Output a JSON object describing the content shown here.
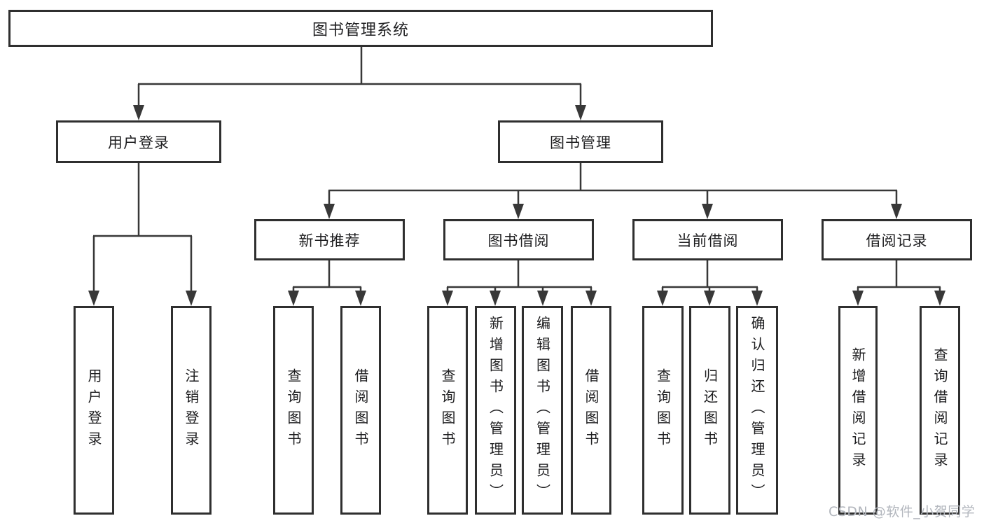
{
  "diagram_title": "图书管理系统",
  "nodes": {
    "root": "图书管理系统",
    "user_login": "用户登录",
    "book_mgmt": "图书管理",
    "new_book_rec": "新书推荐",
    "book_borrow": "图书借阅",
    "current_borrow": "当前借阅",
    "borrow_record": "借阅记录"
  },
  "leaves": {
    "user_login": [
      "用户登录",
      "注销登录"
    ],
    "new_book_rec": [
      "查询图书",
      "借阅图书"
    ],
    "book_borrow": [
      "查询图书",
      "新增图书（管理员）",
      "编辑图书（管理员）",
      "借阅图书"
    ],
    "current_borrow": [
      "查询图书",
      "归还图书",
      "确认归还（管理员）"
    ],
    "borrow_record": [
      "新增借阅记录",
      "查询借阅记录"
    ]
  },
  "watermark": "CSDN @软件_小贺同学",
  "colors": {
    "line": "#383838",
    "box_border": "#2f2f2f",
    "text": "#1d1d1f",
    "watermark": "#b2b6bd",
    "background": "#ffffff"
  }
}
